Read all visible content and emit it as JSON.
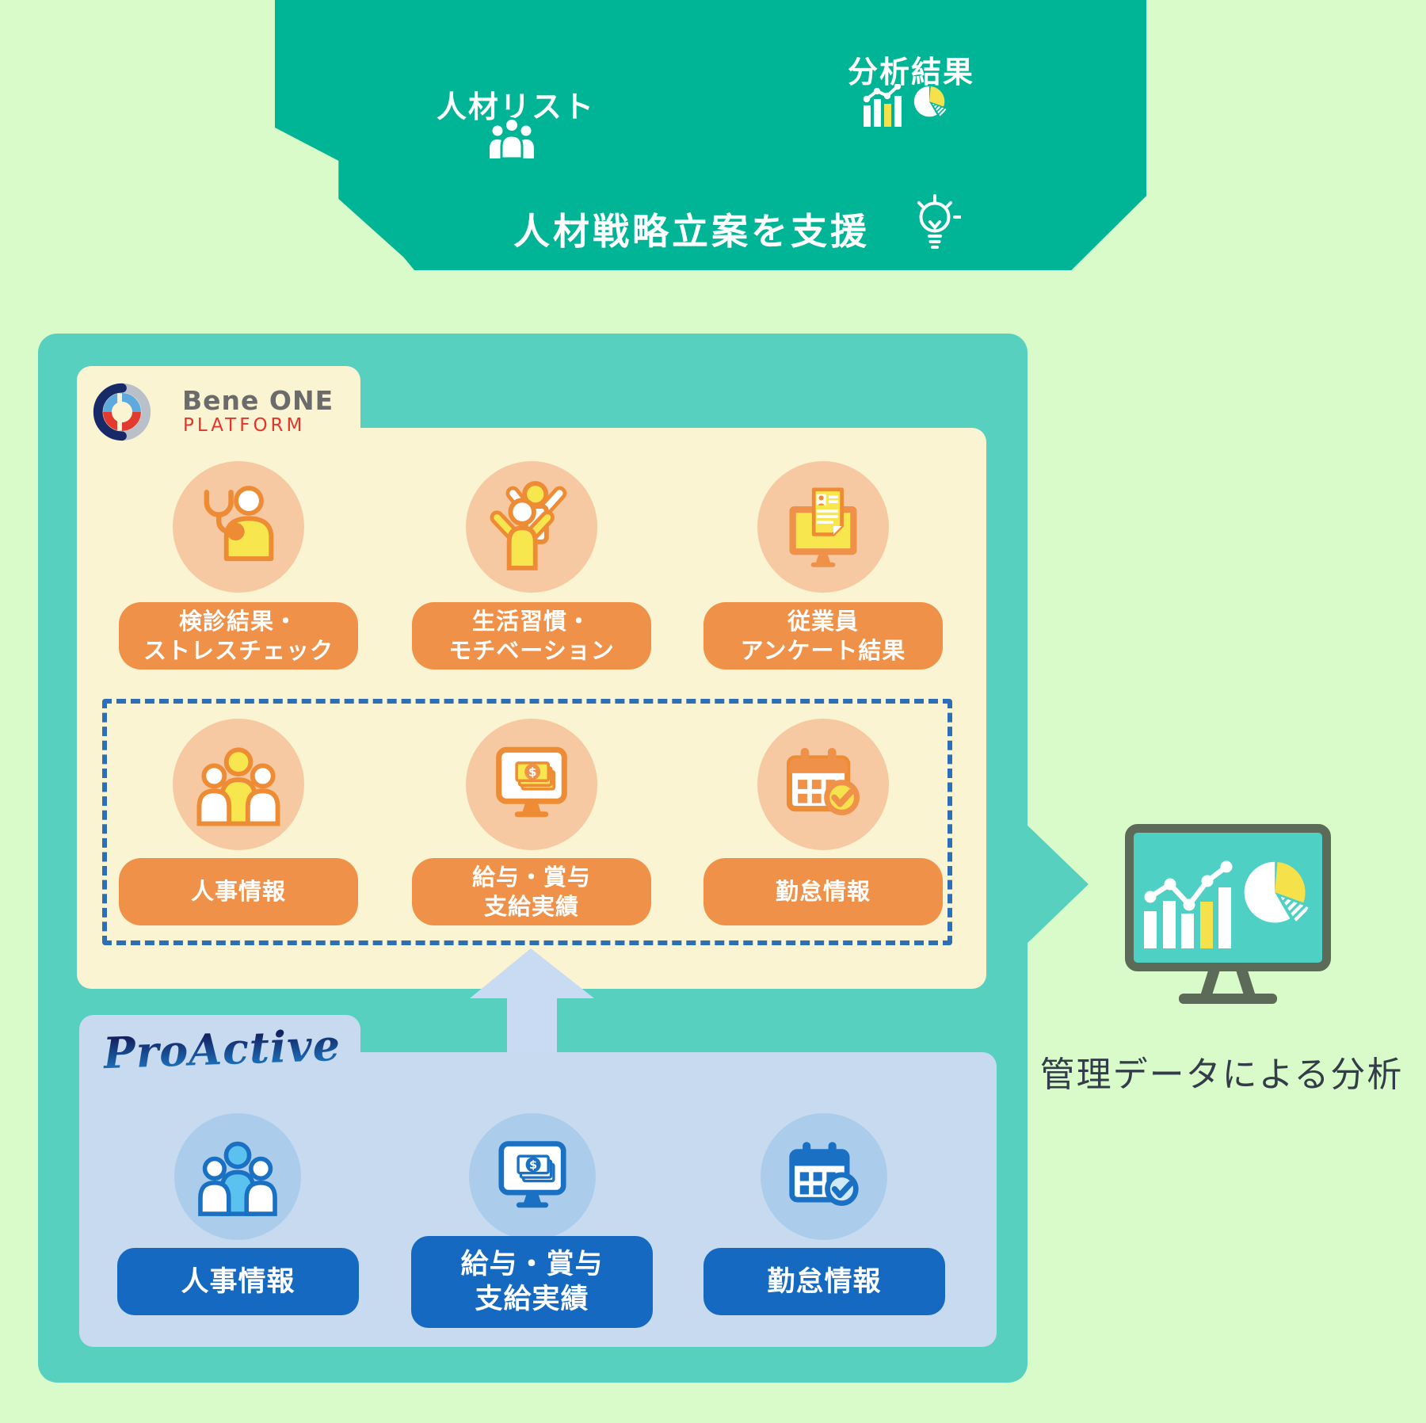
{
  "top_banner": {
    "talent_list_label": "人材リスト",
    "analysis_result_label": "分析結果",
    "headline": "人材戦略立案を支援",
    "icons": [
      "people-group-icon",
      "bar-line-chart-icon",
      "pie-chart-icon",
      "lightbulb-icon"
    ]
  },
  "platform_panel": {
    "logo_name": "Bene ONE",
    "logo_sub": "PLATFORM",
    "logo_icon": "bene-one-mark-icon",
    "row1_items": [
      {
        "label_line1": "検診結果・",
        "label_line2": "ストレスチェック",
        "icon": "medical-checkup-icon"
      },
      {
        "label_line1": "生活習慣・",
        "label_line2": "モチベーション",
        "icon": "motivation-person-icon"
      },
      {
        "label_line1": "従業員",
        "label_line2": "アンケート結果",
        "icon": "survey-monitor-icon"
      }
    ],
    "row2_items": [
      {
        "label_line1": "人事情報",
        "label_line2": "",
        "icon": "hr-people-icon"
      },
      {
        "label_line1": "給与・賞与",
        "label_line2": "支給実績",
        "icon": "salary-monitor-icon"
      },
      {
        "label_line1": "勤怠情報",
        "label_line2": "",
        "icon": "attendance-calendar-icon"
      }
    ]
  },
  "proactive_panel": {
    "logo_text": "ProActive",
    "items": [
      {
        "label_line1": "人事情報",
        "label_line2": "",
        "icon": "hr-people-blue-icon"
      },
      {
        "label_line1": "給与・賞与",
        "label_line2": "支給実績",
        "icon": "salary-monitor-blue-icon"
      },
      {
        "label_line1": "勤怠情報",
        "label_line2": "",
        "icon": "attendance-calendar-blue-icon"
      }
    ]
  },
  "analysis_output": {
    "caption": "管理データによる分析",
    "icon": "analytics-monitor-icon"
  },
  "colors": {
    "background": "#d9fbca",
    "banner_teal": "#00b496",
    "container_teal": "#57d0c0",
    "panel_cream": "#fbf4d3",
    "circle_peach": "#f6c9a2",
    "pill_orange": "#ef9148",
    "icon_orange": "#ee8c35",
    "icon_yellow": "#f8e64e",
    "dotted_border_blue": "#2d6fb7",
    "proactive_panel_blue": "#c7daef",
    "circle_light_blue": "#abcdeb",
    "pill_blue": "#1569c0",
    "icon_blue": "#1a71c3",
    "arrow_light_blue": "#c8dbf2",
    "monitor_frame": "#5c6b57",
    "monitor_screen": "#4ed0c4",
    "caption_text": "#333d49",
    "logo_red": "#e5352b",
    "logo_gray": "#6b6b6b"
  }
}
